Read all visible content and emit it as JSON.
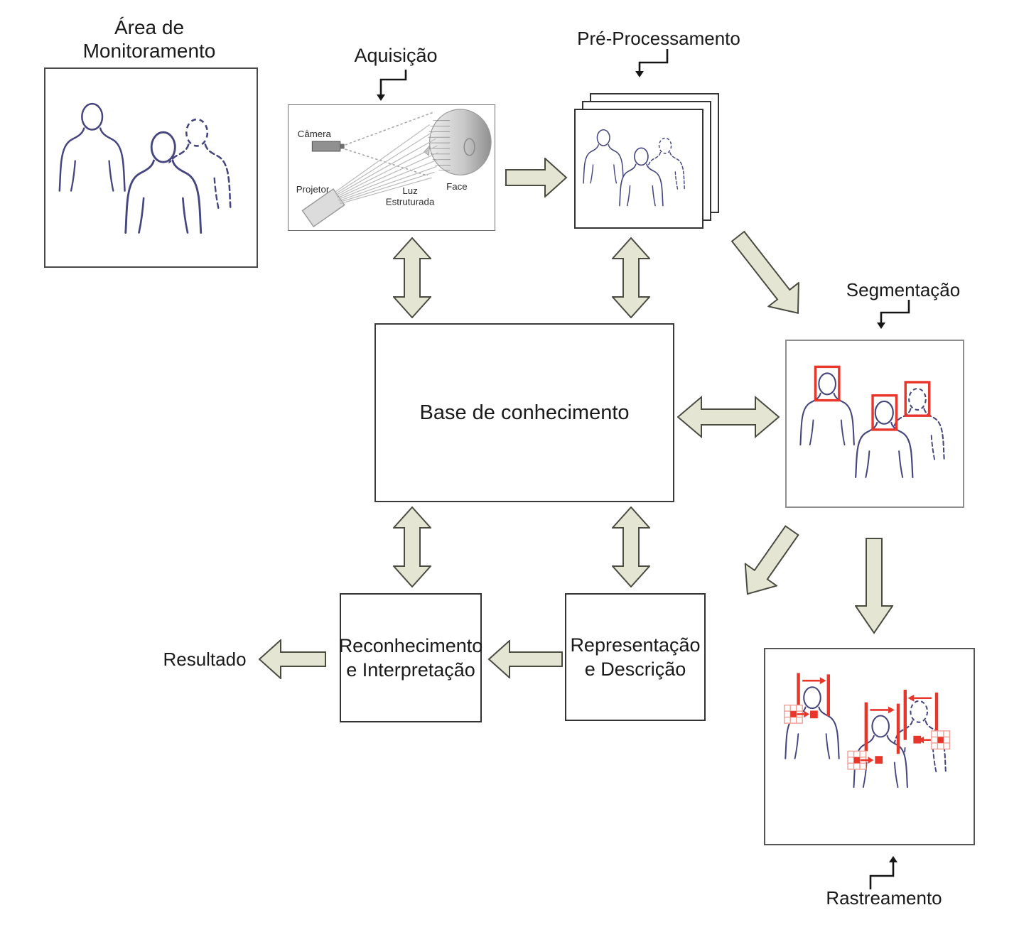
{
  "labels": {
    "monitor1": "Área de",
    "monitor2": "Monitoramento",
    "aquisicao": "Aquisição",
    "preprocessamento": "Pré-Processamento",
    "segmentacao": "Segmentação",
    "base": "Base de conhecimento",
    "reconhecimento1": "Reconhecimento",
    "reconhecimento2": "e Interpretação",
    "representacao1": "Representação",
    "representacao2": "e Descrição",
    "resultado": "Resultado",
    "rastreamento": "Rastreamento"
  },
  "scene": {
    "camera": "Câmera",
    "projetor": "Projetor",
    "face": "Face",
    "luz1": "Luz",
    "luz2": "Estruturada"
  },
  "colors": {
    "arrow_fill": "#e4e6d3",
    "arrow_stroke": "#4a4b41",
    "silhouette": "#46467e",
    "red": "#e8362b",
    "text": "#1a1a1a"
  }
}
